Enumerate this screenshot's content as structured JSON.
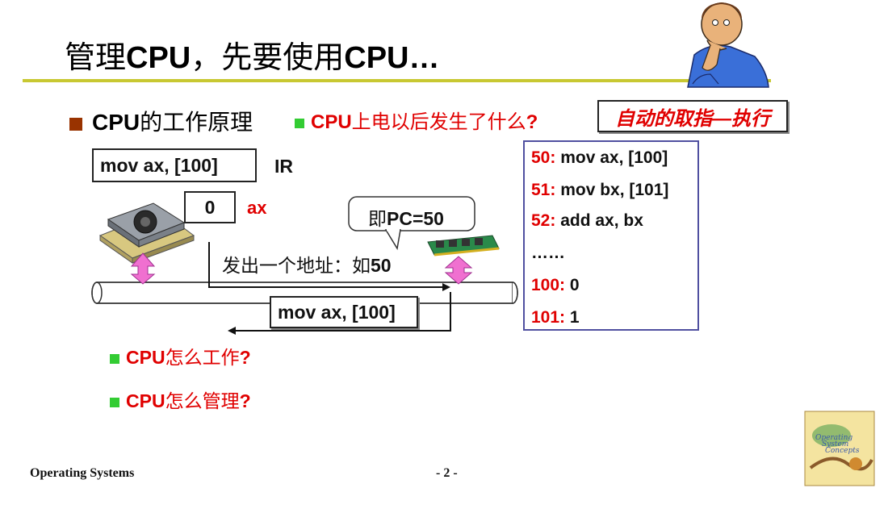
{
  "title": {
    "part1": "管理",
    "part2": "CPU",
    "part3": "，先要使用",
    "part4": "CPU…"
  },
  "main_bullet": {
    "prefix": "CPU",
    "text": "的工作原理"
  },
  "question_power_on": {
    "prefix": "CPU",
    "text": "上电以后发生了什么",
    "suffix": "?"
  },
  "auto_fetch_box": "自动的取指—执行",
  "ir": {
    "value": "mov ax, [100]",
    "label": "IR"
  },
  "ax": {
    "value": "0",
    "label": "ax"
  },
  "callout": {
    "text": "即",
    "bold": "PC=50"
  },
  "address_text": {
    "text": "发出一个地址：如",
    "bold": "50"
  },
  "bus_return_box": "mov ax, [100]",
  "memory": [
    {
      "addr": "50:",
      "content": " mov ax, [100]"
    },
    {
      "addr": "51:",
      "content": " mov bx, [101]"
    },
    {
      "addr": "52:",
      "content": " add ax, bx"
    },
    {
      "addr": "",
      "content": " ……"
    },
    {
      "addr": "100:",
      "content": " 0"
    },
    {
      "addr": "101:",
      "content": " 1"
    }
  ],
  "question_work": {
    "prefix": "CPU",
    "text": "怎么工作",
    "suffix": "?"
  },
  "question_manage": {
    "prefix": "CPU",
    "text": "怎么管理",
    "suffix": "?"
  },
  "footer": {
    "left": "Operating Systems",
    "page": "- 2 -"
  },
  "book_cover_text": [
    "Operating",
    "System",
    "Concepts"
  ],
  "colors": {
    "accent_red": "#e00000",
    "title_underline": "#c8c832",
    "bullet_brown": "#993300",
    "bullet_green": "#33cc33",
    "arrow_pink": "#f070d0",
    "memory_border": "#5050a0"
  }
}
